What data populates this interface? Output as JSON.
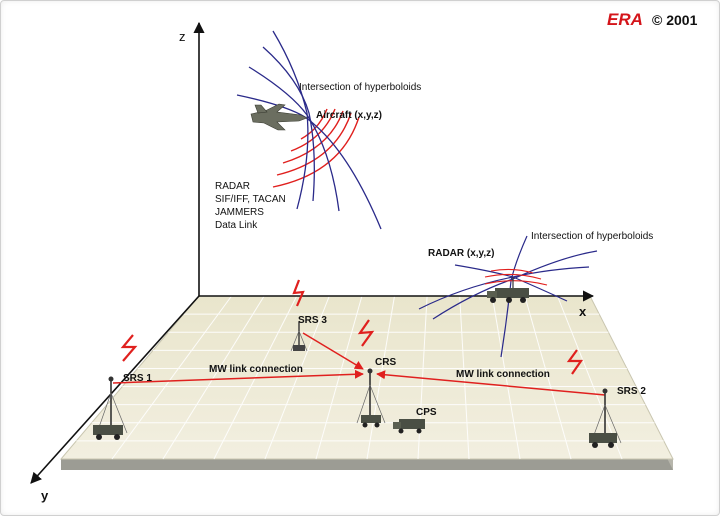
{
  "header": {
    "logo_text": "ERA",
    "copyright": "© 2001"
  },
  "axes": {
    "z_label": "z",
    "x_label": "x",
    "y_label": "y"
  },
  "aircraft": {
    "label": "Aircraft (x,y,z)",
    "intersection_label": "Intersection of hyperboloids",
    "emitters": [
      "RADAR",
      "SIF/IFF, TACAN",
      "JAMMERS",
      "Data Link"
    ]
  },
  "radar": {
    "label": "RADAR (x,y,z)",
    "intersection_label": "Intersection of hyperboloids"
  },
  "stations": {
    "srs1": "SRS 1",
    "srs2": "SRS 2",
    "srs3": "SRS 3",
    "crs": "CRS",
    "cps": "CPS"
  },
  "links": {
    "left": "MW link connection",
    "right": "MW link connection"
  },
  "colors": {
    "signal_red": "#e0201e",
    "curve_blue": "#2a2a8a",
    "ground": "#ece8d2",
    "ground_edge": "#b9b8a8"
  }
}
